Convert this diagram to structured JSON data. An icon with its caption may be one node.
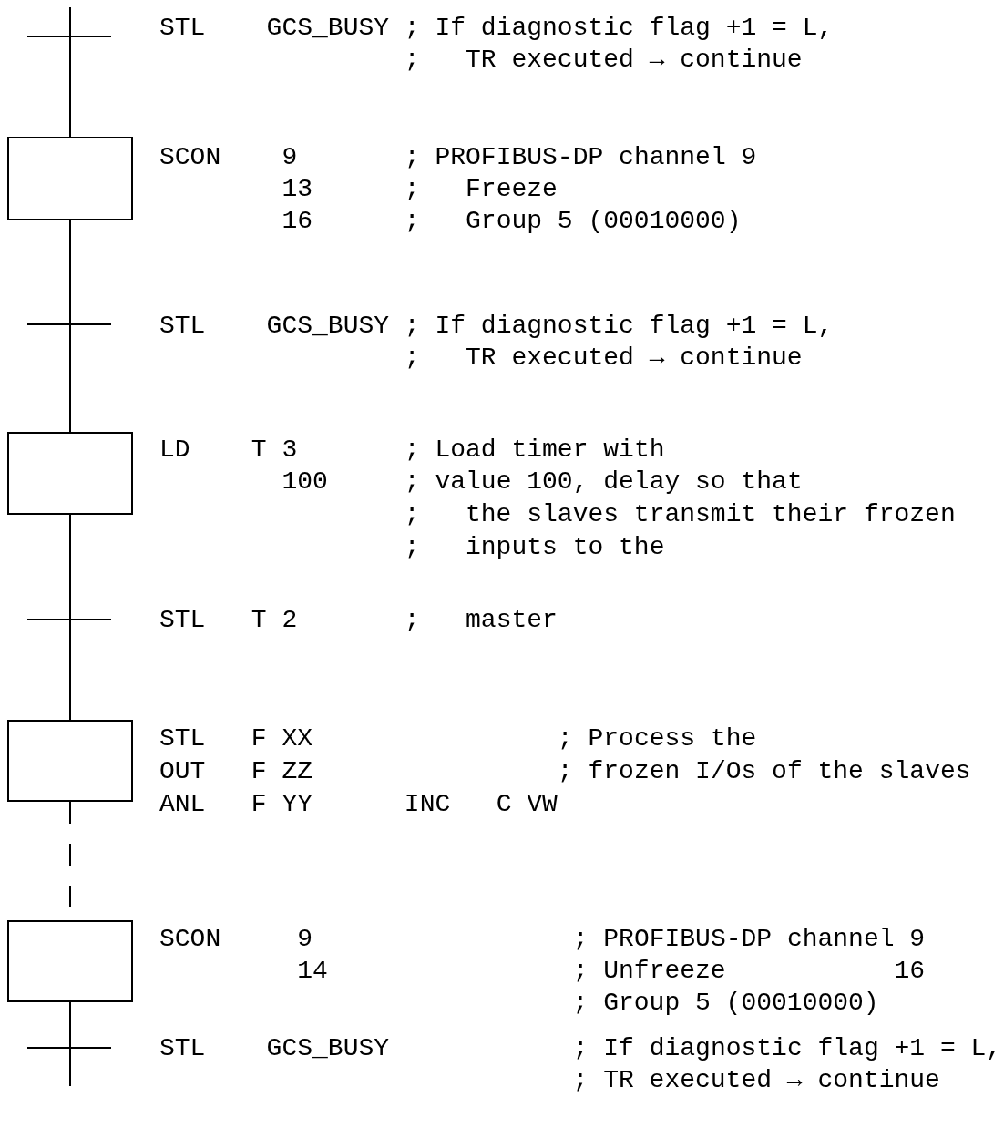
{
  "diagram": {
    "nodes": [
      {
        "text": [],
        "shape": "bar",
        "beside": [
          "STL    GCS_BUSY ; If diagnostic flag +1 = L,",
          ";   TR executed → continue"
        ]
      },
      {
        "text": [],
        "shape": "box",
        "beside": [
          "SCON    9       ; PROFIBUS-DP channel 9",
          "13      ;   Freeze",
          "16      ;   Group 5 (00010000)"
        ]
      },
      {
        "text": [],
        "shape": "bar",
        "beside": [
          "STL    GCS_BUSY ; If diagnostic flag +1 = L,",
          ";   TR executed → continue"
        ]
      },
      {
        "text": [],
        "shape": "box",
        "beside": [
          "LD    T 3       ; Load timer with",
          "100     ; value 100, delay so that",
          ";   the slaves transmit their frozen",
          ";   inputs to the"
        ]
      },
      {
        "text": [],
        "shape": "bar",
        "beside": [
          "STL   T 2       ;   master"
        ]
      },
      {
        "text": [],
        "shape": "box",
        "beside": [
          "STL   F XX                ; Process the",
          "OUT   F ZZ                ; frozen I/Os of the slaves",
          "ANL   F YY      INC   C VW"
        ]
      },
      {
        "text": [],
        "shape": "box",
        "beside": [
          "SCON     9                 ; PROFIBUS-DP channel 9",
          "14                ; Unfreeze           16",
          "; Group 5 (00010000)"
        ]
      },
      {
        "text": [],
        "shape": "bar",
        "beside": [
          "STL    GCS_BUSY            ; If diagnostic flag +1 = L,",
          "; TR executed → continue"
        ]
      }
    ],
    "edges": [
      {
        "from": null,
        "to": 0,
        "arrow": "none"
      },
      {
        "from": 0,
        "to": 1,
        "arrow": "none"
      },
      {
        "from": 1,
        "to": 2,
        "arrow": "none"
      },
      {
        "from": 2,
        "to": 3,
        "arrow": "none"
      },
      {
        "from": 3,
        "to": 4,
        "arrow": "none"
      },
      {
        "from": 4,
        "to": 5,
        "arrow": "none"
      },
      {
        "from": 5,
        "to": 6,
        "arrow": "none",
        "style": "dashed"
      },
      {
        "from": 6,
        "to": 7,
        "arrow": "none"
      },
      {
        "from": 7,
        "to": null,
        "arrow": "none"
      }
    ]
  }
}
